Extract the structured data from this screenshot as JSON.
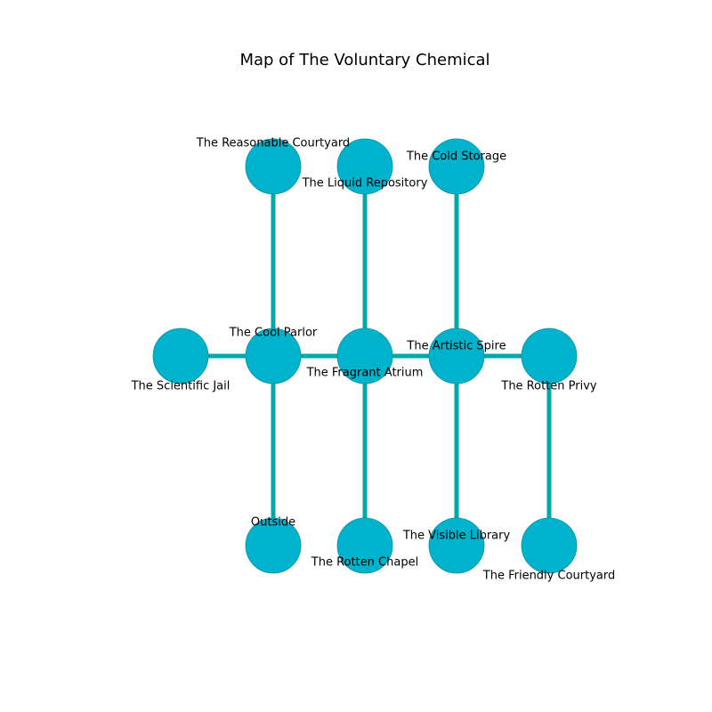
{
  "title": "Map of The Voluntary Chemical",
  "colors": {
    "node_fill": "#00b3cc",
    "node_stroke": "#0e8fa0",
    "edge": "#00a8a8"
  },
  "rooms": [
    {
      "id": "reasonable-courtyard",
      "name": "The Reasonable Courtyard"
    },
    {
      "id": "liquid-repository",
      "name": "The Liquid Repository"
    },
    {
      "id": "cold-storage",
      "name": "The Cold Storage"
    },
    {
      "id": "scientific-jail",
      "name": "The Scientific Jail"
    },
    {
      "id": "cool-parlor",
      "name": "The Cool Parlor"
    },
    {
      "id": "fragrant-atrium",
      "name": "The Fragrant Atrium"
    },
    {
      "id": "artistic-spire",
      "name": "The Artistic Spire"
    },
    {
      "id": "rotten-privy",
      "name": "The Rotten Privy"
    },
    {
      "id": "outside",
      "name": "Outside"
    },
    {
      "id": "rotten-chapel",
      "name": "The Rotten Chapel"
    },
    {
      "id": "visible-library",
      "name": "The Visible Library"
    },
    {
      "id": "friendly-courtyard",
      "name": "The Friendly Courtyard"
    }
  ],
  "connections": [
    [
      "reasonable-courtyard",
      "cool-parlor"
    ],
    [
      "liquid-repository",
      "fragrant-atrium"
    ],
    [
      "cold-storage",
      "artistic-spire"
    ],
    [
      "scientific-jail",
      "cool-parlor"
    ],
    [
      "cool-parlor",
      "fragrant-atrium"
    ],
    [
      "fragrant-atrium",
      "artistic-spire"
    ],
    [
      "artistic-spire",
      "rotten-privy"
    ],
    [
      "cool-parlor",
      "outside"
    ],
    [
      "fragrant-atrium",
      "rotten-chapel"
    ],
    [
      "artistic-spire",
      "visible-library"
    ],
    [
      "rotten-privy",
      "friendly-courtyard"
    ]
  ]
}
